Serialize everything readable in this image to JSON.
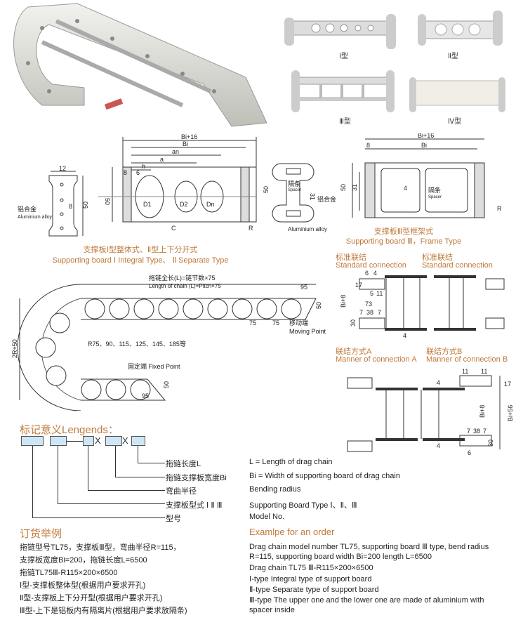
{
  "photos": {
    "types": [
      "Ⅰ型",
      "Ⅱ型",
      "Ⅲ型",
      "Ⅳ型"
    ]
  },
  "board_profile": {
    "width": "12",
    "hole": "8",
    "height": "50",
    "material_cn": "铝合金",
    "material_en": "Aluminium alloy"
  },
  "board_integral": {
    "bi16": "Bi+16",
    "bi": "Bi",
    "an": "an",
    "a": "a",
    "h": "h",
    "d8": "8",
    "d6": "6",
    "height": "50",
    "d1": "D1",
    "d2": "D2",
    "dn": "Dn",
    "c": "C",
    "r": "R",
    "caption_cn": "支撑板Ⅰ型整体式、Ⅱ型上下分开式",
    "caption_en": "Supporting board  Ⅰ Integral Type、 Ⅱ Separate Type"
  },
  "spacer_section": {
    "spacer_cn": "隔条",
    "spacer_en": "Spacer",
    "d31": "31",
    "height": "50",
    "material_cn": "铝合金",
    "material_en": "Aluminium alloy"
  },
  "board_frame": {
    "bi16": "Bi+16",
    "d8": "8",
    "bi": "Bi",
    "d31": "31",
    "height": "50",
    "d4": "4",
    "spacer_cn": "隔条",
    "spacer_en": "Spacer",
    "r": "R",
    "caption_cn": "支撑板Ⅲ型框架式",
    "caption_en": "Supporting board Ⅲ，Frame Type"
  },
  "standard_connection": {
    "left_cn": "标准联结",
    "left_en": "Standard connection",
    "right_cn": "标准联结",
    "right_en": "Standard connection",
    "dims": {
      "d6": "6",
      "d4a": "4",
      "d17": "17",
      "d5": "5",
      "d11": "11",
      "bi8": "Bi+8",
      "d73": "73",
      "d7a": "7",
      "d38": "38",
      "d7b": "7",
      "d30": "30",
      "d4b": "4"
    }
  },
  "chain_side": {
    "length_cn": "拖链全长(L)=链节数×75",
    "length_en": "Length of chain (L)=Pitch×75",
    "d95_top": "95",
    "d50_top": "50",
    "pitch1": "75",
    "pitch2": "75",
    "moving_cn": "移动端",
    "moving_en": "Moving Point",
    "height": "2R+50",
    "radii": "R75、90、115、125、145、185等",
    "fixed": "固定端 Fixed Point",
    "d50_bottom": "50",
    "d95_bottom": "95"
  },
  "connection_manner": {
    "a_cn": "联结方式A",
    "a_en": "Manner of connection A",
    "b_cn": "联结方式B",
    "b_en": "Manner of connection B",
    "dims": {
      "d11a": "11",
      "d11b": "11",
      "d17": "17",
      "d4a": "4",
      "bi8": "Bi+8",
      "bi56": "Bi+56",
      "d7a": "7",
      "d38": "38",
      "d7b": "7",
      "d30": "30",
      "d6": "6",
      "d4b": "4"
    }
  },
  "legends": {
    "title": "标记意义Lengends：",
    "sep": "X",
    "items": [
      {
        "cn": "拖链长度L",
        "en": "L = Length of drag chain"
      },
      {
        "cn": "拖链支撑板宽度Bi",
        "en": "Bi = Width of supporting board of drag chain"
      },
      {
        "cn": "弯曲半径",
        "en": "Bending radius"
      },
      {
        "cn": "支撑板型式 Ⅰ Ⅱ Ⅲ",
        "en": "Supporting Board Type Ⅰ、Ⅱ、Ⅲ"
      },
      {
        "cn": "型号",
        "en": "Model No."
      }
    ]
  },
  "order_cn": {
    "title": "订货举例",
    "lines": [
      "拖链型号TL75，支撑板Ⅲ型，弯曲半径R=115，",
      "支撑板宽度Bi=200，拖链长度L=6500",
      "拖链TL75Ⅲ-R115×200×6500",
      "Ⅰ型-支撑板整体型(根据用户要求开孔)",
      "Ⅱ型-支撑板上下分开型(根据用户要求开孔)",
      "Ⅲ型-上下是铝板内有隔离片(根据用户要求放隔条)"
    ]
  },
  "order_en": {
    "title": "Examlpe for an order",
    "lines": [
      "Drag chain model number TL75, supporting board Ⅲ type, bend radius",
      "R=115, supporting board width Bi=200 length L=6500",
      "Drag chain TL75 Ⅲ-R115×200×6500",
      "Ⅰ-type Integral type of support board",
      "Ⅱ-type Separate type of support board",
      "Ⅲ-type The upper one and the lower one are made of aluminium with",
      "spacer inside"
    ]
  }
}
